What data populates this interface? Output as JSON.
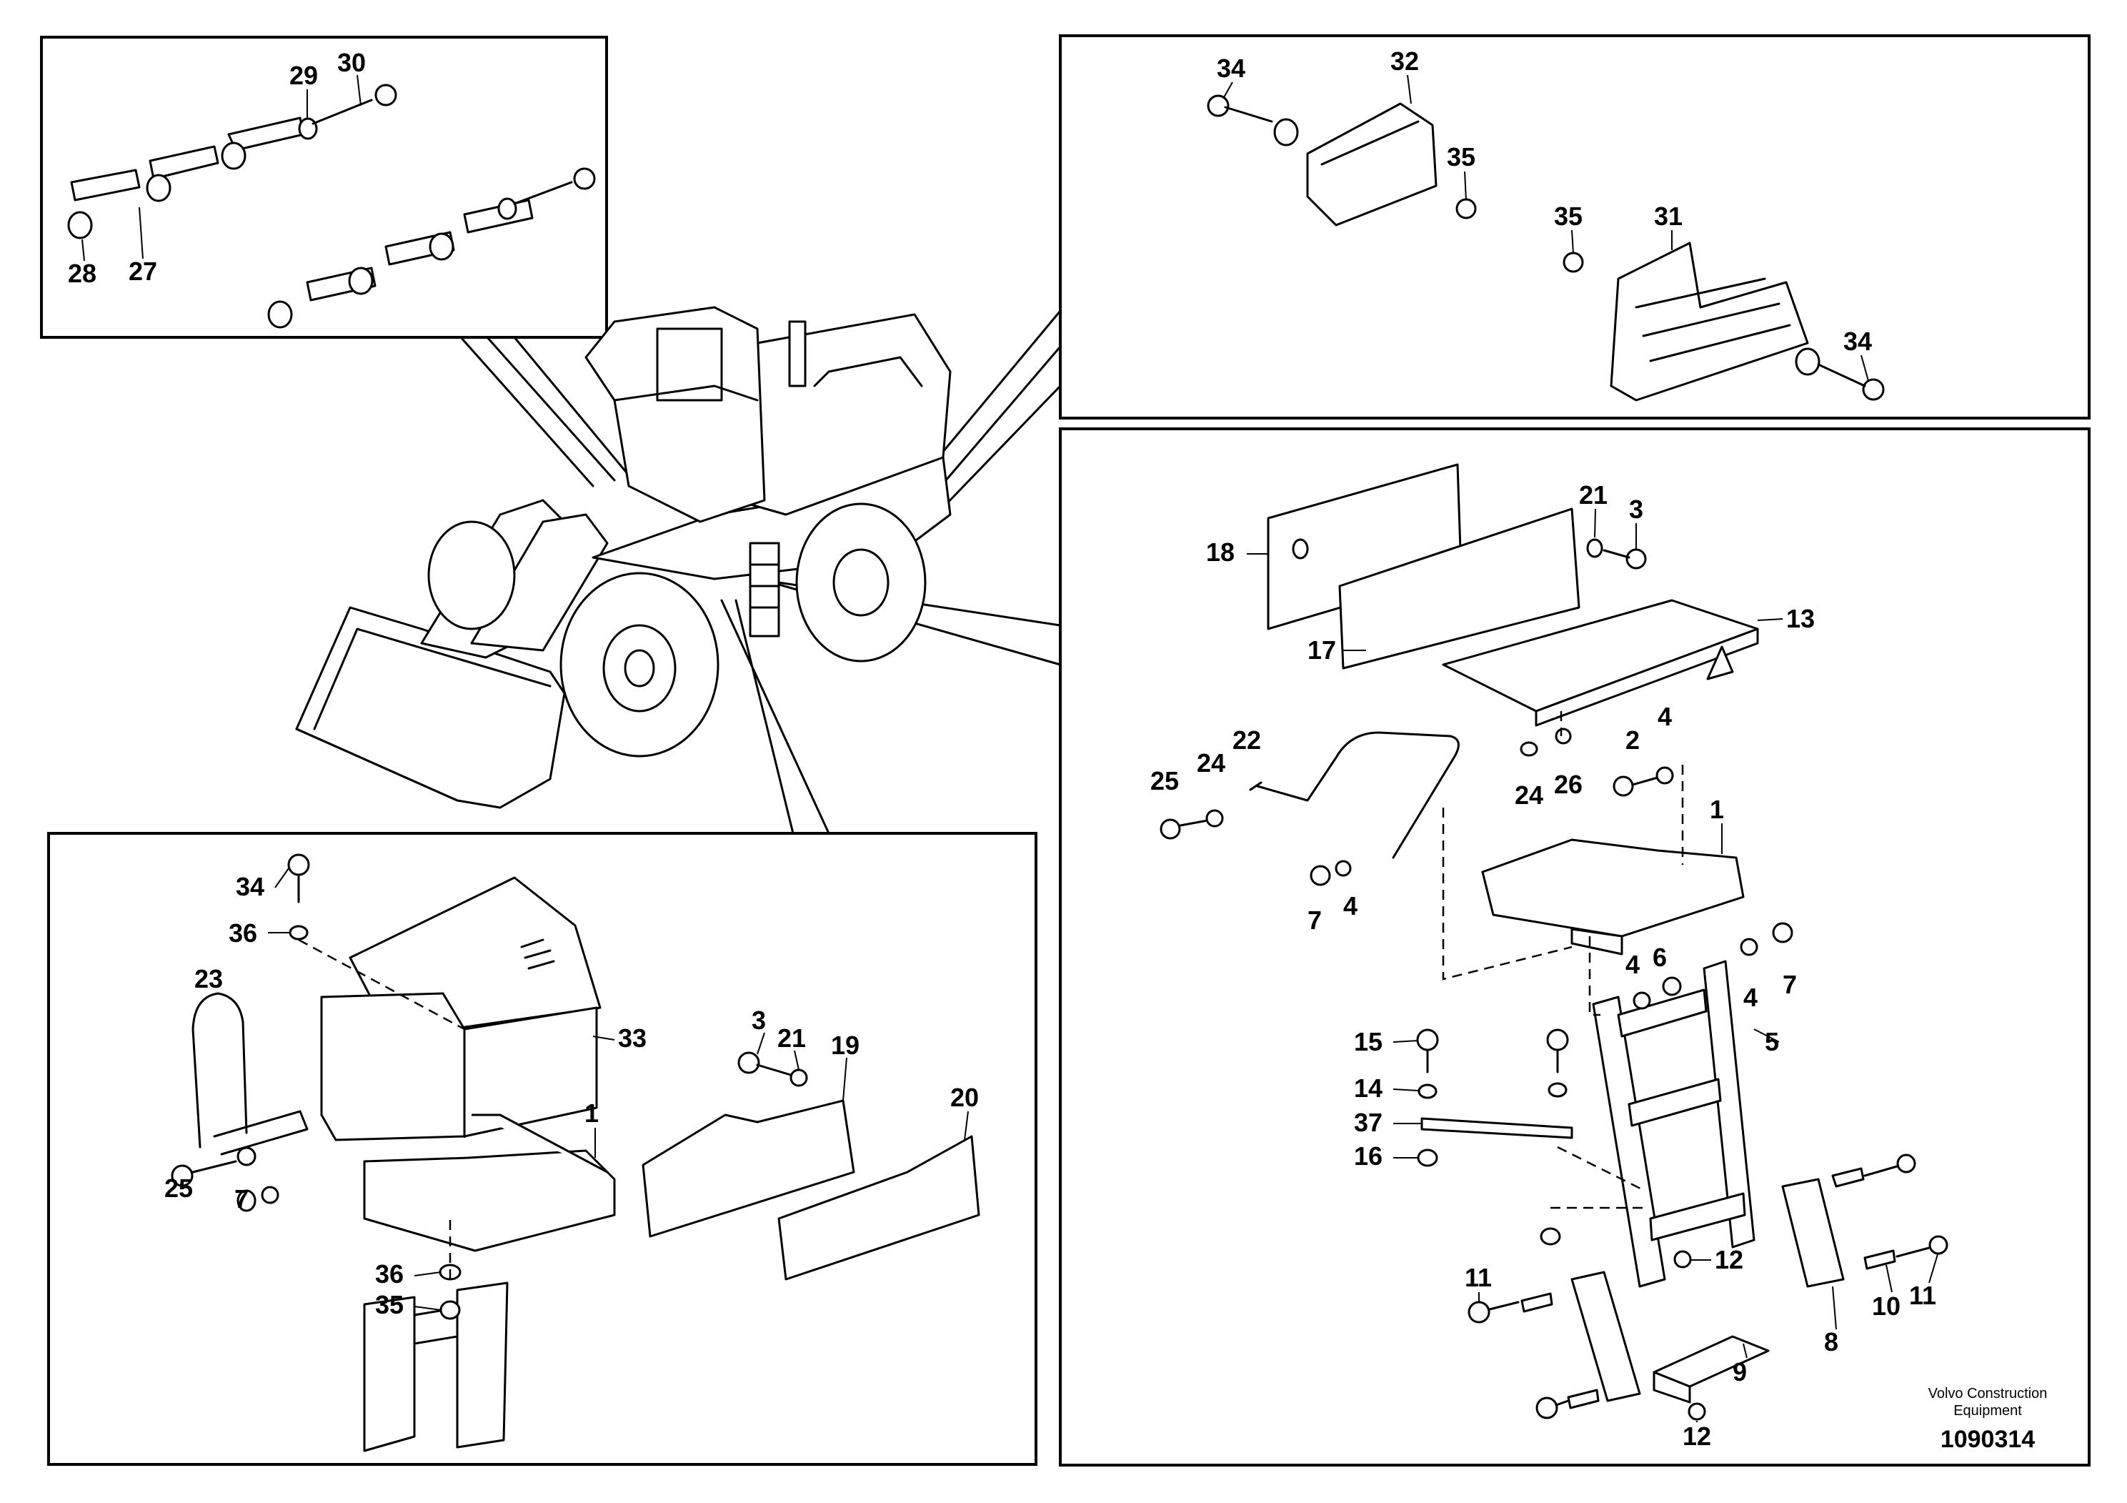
{
  "footer": {
    "brand_line1": "Volvo Construction",
    "brand_line2": "Equipment",
    "document_number": "1090314"
  },
  "callouts": {
    "mounts": {
      "p29": "29",
      "p30": "30",
      "p28": "28",
      "p27": "27"
    },
    "steps": {
      "p34a": "34",
      "p32": "32",
      "p35a": "35",
      "p35b": "35",
      "p31": "31",
      "p34b": "34"
    },
    "battery": {
      "p34": "34",
      "p36a": "36",
      "p23": "23",
      "p33": "33",
      "p25": "25",
      "p7": "7",
      "p1": "1",
      "p3": "3",
      "p21": "21",
      "p19": "19",
      "p20": "20",
      "p36b": "36",
      "p35": "35"
    },
    "ladder": {
      "p21": "21",
      "p3": "3",
      "p18": "18",
      "p13": "13",
      "p17": "17",
      "p22": "22",
      "p25": "25",
      "p24a": "24",
      "p24b": "24",
      "p26": "26",
      "p2": "2",
      "p4a": "4",
      "p1": "1",
      "p7a": "7",
      "p4b": "4",
      "p4c": "4",
      "p6": "6",
      "p7b": "7",
      "p4d": "4",
      "p15": "15",
      "p5": "5",
      "p14": "14",
      "p37": "37",
      "p16": "16",
      "p12a": "12",
      "p11a": "11",
      "p10": "10",
      "p11b": "11",
      "p8": "8",
      "p9": "9",
      "p12b": "12"
    }
  }
}
